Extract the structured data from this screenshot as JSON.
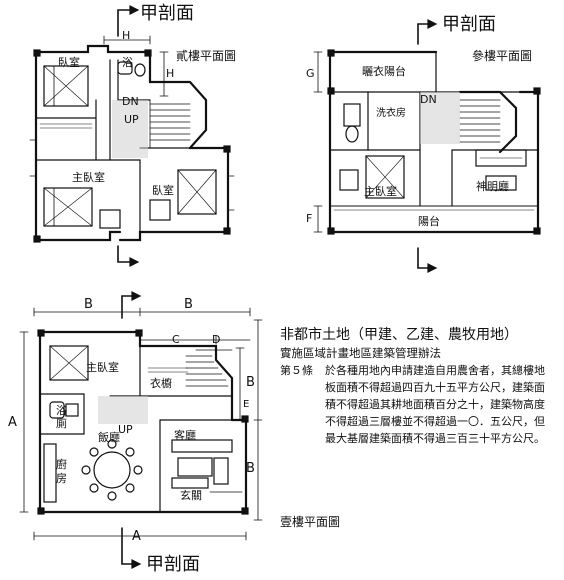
{
  "plans": {
    "second_floor": {
      "title": "貳樓平面圖",
      "section_top": "甲剖面",
      "rooms": {
        "bedroom_a": "臥室",
        "bath": "浴",
        "dn": "DN",
        "up": "UP",
        "master": "主臥室",
        "bedroom_b": "臥室"
      },
      "dims": {
        "h_top": "H",
        "h_side": "H"
      }
    },
    "third_floor": {
      "title": "參樓平面圖",
      "section_top": "甲剖面",
      "rooms": {
        "drying": "曬衣陽台",
        "laundry": "洗衣房",
        "dn": "DN",
        "master": "主臥室",
        "shrine": "神明廳",
        "balcony": "陽台"
      },
      "dims": {
        "g": "G",
        "f": "F"
      }
    },
    "first_floor": {
      "title": "壹樓平面圖",
      "section_bottom": "甲剖面",
      "rooms": {
        "master": "主臥室",
        "closet": "衣櫥",
        "bath": "浴廁",
        "up": "UP",
        "dining": "飯廳",
        "living": "客廳",
        "kitchen": "廚房",
        "foyer": "玄關"
      },
      "dims": {
        "b_top_left": "B",
        "b_top_right": "B",
        "c": "C",
        "d": "D",
        "e": "E",
        "a_left": "A",
        "a_bottom": "A",
        "b_right_upper": "B",
        "b_right_lower": "B"
      }
    }
  },
  "law": {
    "heading": "非都市土地（甲建、乙建、農牧用地）",
    "subheading": "實施區域計畫地區建築管理辦法",
    "article_no": "第５條",
    "article_text": "於各種用地內申請建造自用農舍者，其總樓地板面積不得超過四百九十五平方公尺，建築面積不得超過其耕地面積百分之十，建築物高度不得超過三層樓並不得超過一〇．五公尺，但最大基層建築面積不得過三百三十平方公尺。"
  }
}
